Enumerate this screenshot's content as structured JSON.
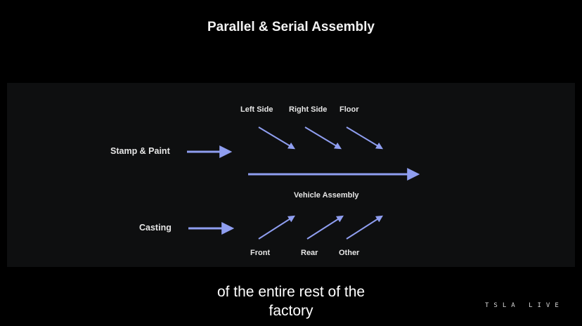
{
  "title": "Parallel & Serial Assembly",
  "diagram": {
    "inputs": {
      "stamp_paint": "Stamp & Paint",
      "casting": "Casting"
    },
    "top_branches": [
      "Left Side",
      "Right Side",
      "Floor"
    ],
    "bottom_branches": [
      "Front",
      "Rear",
      "Other"
    ],
    "main_line": "Vehicle Assembly",
    "arrow_color": "#8f9ef0"
  },
  "caption": {
    "line1": "of the entire rest of the",
    "line2": "factory"
  },
  "brand": "TSLA LIVE"
}
